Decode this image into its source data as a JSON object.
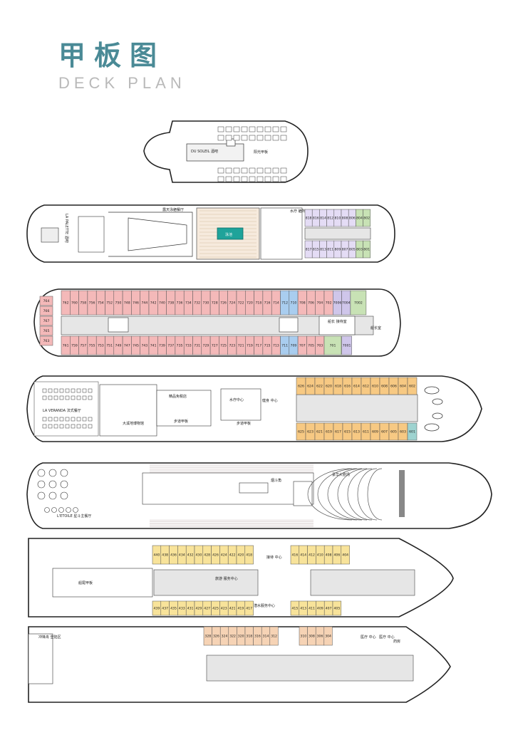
{
  "header": {
    "title_cn": "甲板图",
    "title_en": "DECK PLAN"
  },
  "colors": {
    "accent_title": "#4a8a96",
    "cabin_pink": "#f4b9b9",
    "cabin_blue": "#a9cdef",
    "cabin_green": "#c8e2b5",
    "cabin_purple": "#cfc6ea",
    "cabin_lilac": "#e4dcf5",
    "cabin_orange": "#f7c983",
    "cabin_yellow": "#f8e39a",
    "cabin_peach": "#f6d3b5",
    "pool_teal": "#1fa39a"
  },
  "deck9": {
    "lounge": "DU SOLEIL 酒吧",
    "sun_deck": "阳光甲板"
  },
  "deck8": {
    "restaurant": "露天泳舾餐厅",
    "pool": "泳池",
    "spa": "水疗 舾所",
    "side_label": "LA PALETTE 酒吧",
    "cabins_top": [
      "818",
      "816",
      "814",
      "812",
      "810",
      "808",
      "806",
      "804",
      "802"
    ],
    "cabins_bottom": [
      "817",
      "815",
      "813",
      "811",
      "809",
      "807",
      "805",
      "803",
      "801"
    ]
  },
  "deck7": {
    "captain_room": "船长 接待室",
    "bridge": "船长室",
    "cabins_aft": [
      "764",
      "766",
      "767",
      "765",
      "763"
    ],
    "cabins_top": [
      "762",
      "760",
      "758",
      "756",
      "754",
      "752",
      "750",
      "748",
      "746",
      "744",
      "742",
      "740",
      "738",
      "736",
      "734",
      "732",
      "730",
      "728",
      "726",
      "724",
      "722",
      "720",
      "718",
      "716",
      "714",
      "712",
      "710",
      "708",
      "706",
      "704",
      "702",
      "7006",
      "7004",
      "7002"
    ],
    "cabins_bottom": [
      "761",
      "759",
      "757",
      "755",
      "753",
      "751",
      "749",
      "747",
      "745",
      "743",
      "741",
      "739",
      "737",
      "735",
      "733",
      "731",
      "729",
      "727",
      "725",
      "723",
      "721",
      "719",
      "717",
      "715",
      "713",
      "711",
      "709",
      "707",
      "705",
      "703",
      "701",
      "7001"
    ]
  },
  "deck6": {
    "restaurant": "LA VERANDA 法式餐厅",
    "boutique": "精品免税店",
    "library": "大溪地博物馆",
    "promenade1": "步道甲板",
    "promenade2": "步道甲板",
    "fitness": "健身 中心",
    "spa": "水疗中心",
    "cabins_top": [
      "626",
      "624",
      "622",
      "620",
      "618",
      "616",
      "614",
      "612",
      "610",
      "608",
      "606",
      "604",
      "602"
    ],
    "cabins_bottom": [
      "625",
      "623",
      "621",
      "619",
      "617",
      "615",
      "613",
      "611",
      "609",
      "607",
      "605",
      "603",
      "601"
    ]
  },
  "deck5": {
    "restaurant": "L'ETOILE 星斗主餐厅",
    "bar": "烟斗角",
    "theater": "豪华大剧场"
  },
  "deck4": {
    "stern": "船尾甲板",
    "reception": "接待 中心",
    "tour_desk": "旅游 服务中心",
    "dive_center": "潜水服务中心",
    "cabins_top_a": [
      "440",
      "438",
      "436",
      "434",
      "432",
      "430",
      "428",
      "426",
      "424",
      "422",
      "420",
      "418"
    ],
    "cabins_top_b": [
      "416",
      "414",
      "412",
      "410",
      "408",
      "406",
      "404"
    ],
    "cabins_bottom_a": [
      "439",
      "437",
      "435",
      "433",
      "431",
      "429",
      "427",
      "425",
      "423",
      "421",
      "419",
      "417"
    ],
    "cabins_bottom_b": [
      "415",
      "413",
      "411",
      "409",
      "407",
      "405"
    ]
  },
  "deck3": {
    "tender": "冲锋舟 登陆区",
    "medical1": "医疗 中心",
    "medical2": "医疗 中心",
    "pharmacy": "药房",
    "cabins_a": [
      "328",
      "326",
      "324",
      "322",
      "320",
      "318",
      "316",
      "314",
      "312"
    ],
    "cabins_b": [
      "310",
      "308",
      "306",
      "304"
    ]
  }
}
